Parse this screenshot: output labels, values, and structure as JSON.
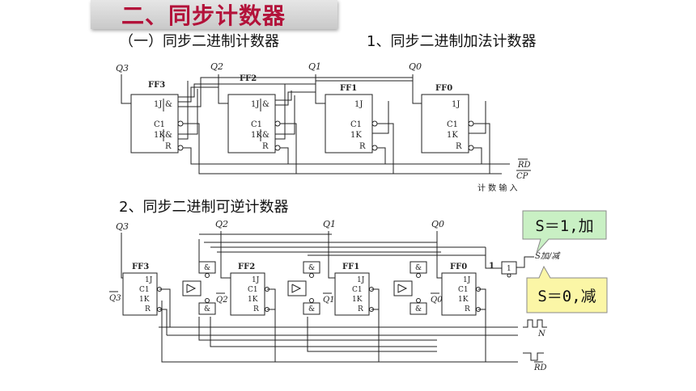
{
  "header": {
    "title": "二、同步计数器"
  },
  "section1": {
    "heading": "（一）同步二进制计数器",
    "subheading": "1、同步二进制加法计数器"
  },
  "section2": {
    "heading": "2、同步二进制可逆计数器"
  },
  "diagram1": {
    "outputs": [
      "Q3",
      "Q2",
      "Q1",
      "Q0"
    ],
    "flipflops": [
      "FF3",
      "FF2",
      "FF1",
      "FF0"
    ],
    "pins": {
      "j": "1J",
      "c": "C1",
      "k": "1K",
      "r": "R",
      "and": "&"
    },
    "inputs": {
      "rd": "RD",
      "cp": "CP",
      "cp_note": "计 数 输 入"
    }
  },
  "diagram2": {
    "outputs": [
      "Q3",
      "Q2",
      "Q1",
      "Q0"
    ],
    "inverted_outputs": [
      "Q3",
      "Q2",
      "Q1",
      "Q0"
    ],
    "flipflops": [
      "FF3",
      "FF2",
      "FF1",
      "FF0"
    ],
    "control": {
      "s_label": "S加/减",
      "one_label": "1",
      "n_label": "N",
      "rd_label": "RD"
    }
  },
  "callouts": {
    "add": "S＝1,加",
    "sub": "S＝0,减"
  },
  "colors": {
    "title": "#b3123a",
    "callout_green": "#c9f0c4",
    "callout_yellow": "#fbf6a6"
  }
}
